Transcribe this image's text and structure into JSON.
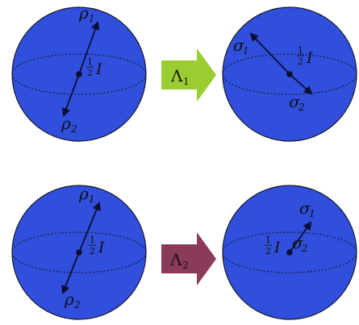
{
  "colors": {
    "sphere": "#2f4fdc",
    "sphere_edge": "#1a1a2a",
    "equator": "#1a1a2a",
    "vector": "#0d0d33",
    "arrow1": "#9acd32",
    "arrow2": "#8b3a5a"
  },
  "top_row": {
    "left": {
      "rho1": "ρ",
      "rho1_sub": "1",
      "rho2": "ρ",
      "rho2_sub": "2",
      "half": "1",
      "half_den": "2",
      "identity": "I"
    },
    "channel": {
      "symbol": "Λ",
      "sub": "1"
    },
    "right": {
      "sigma1": "σ",
      "sigma1_sub": "1",
      "sigma2": "σ",
      "sigma2_sub": "2",
      "half": "1",
      "half_den": "2",
      "identity": "I"
    }
  },
  "bottom_row": {
    "left": {
      "rho1": "ρ",
      "rho1_sub": "1",
      "rho2": "ρ",
      "rho2_sub": "2",
      "half": "1",
      "half_den": "2",
      "identity": "I"
    },
    "channel": {
      "symbol": "Λ",
      "sub": "2"
    },
    "right": {
      "sigma1": "σ",
      "sigma1_sub": "1",
      "sigma2": "σ",
      "sigma2_sub": "2",
      "half": "1",
      "half_den": "2",
      "identity": "I"
    }
  }
}
